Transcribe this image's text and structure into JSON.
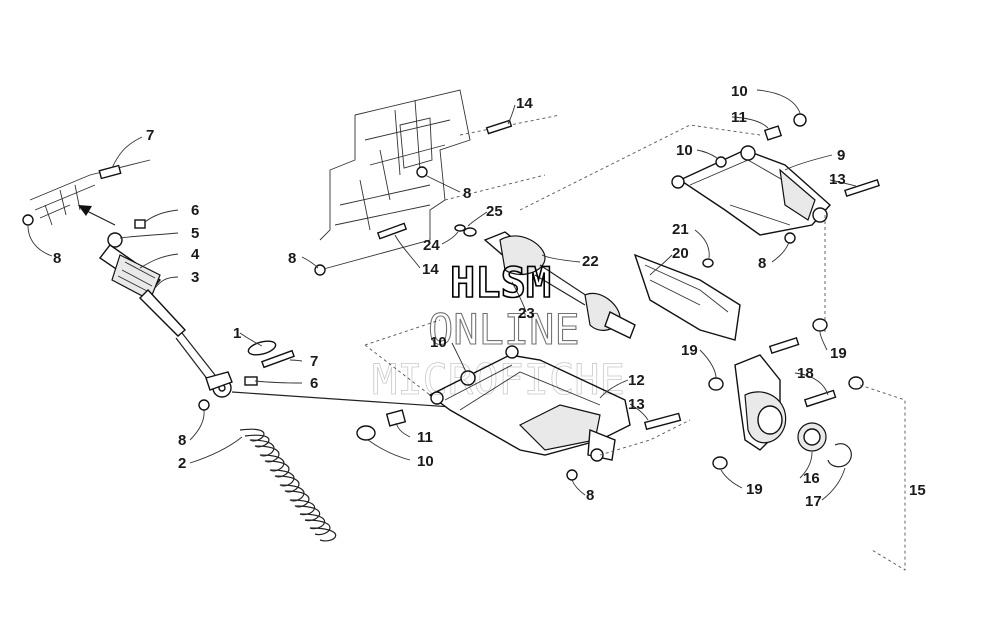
{
  "watermark": {
    "line1": "HLSM",
    "line2": "ONLINE",
    "line3": "MICROFICHE"
  },
  "callouts": [
    {
      "id": "c-7a",
      "text": "7"
    },
    {
      "id": "c-8a",
      "text": "8"
    },
    {
      "id": "c-6a",
      "text": "6"
    },
    {
      "id": "c-5",
      "text": "5"
    },
    {
      "id": "c-4",
      "text": "4"
    },
    {
      "id": "c-3",
      "text": "3"
    },
    {
      "id": "c-1",
      "text": "1"
    },
    {
      "id": "c-7b",
      "text": "7"
    },
    {
      "id": "c-6b",
      "text": "6"
    },
    {
      "id": "c-8b",
      "text": "8"
    },
    {
      "id": "c-2",
      "text": "2"
    },
    {
      "id": "c-14a",
      "text": "14"
    },
    {
      "id": "c-8c",
      "text": "8"
    },
    {
      "id": "c-25",
      "text": "25"
    },
    {
      "id": "c-24",
      "text": "24"
    },
    {
      "id": "c-8d",
      "text": "8"
    },
    {
      "id": "c-14b",
      "text": "14"
    },
    {
      "id": "c-22",
      "text": "22"
    },
    {
      "id": "c-23",
      "text": "23"
    },
    {
      "id": "c-10a",
      "text": "10"
    },
    {
      "id": "c-11a",
      "text": "11"
    },
    {
      "id": "c-10b",
      "text": "10"
    },
    {
      "id": "c-9",
      "text": "9"
    },
    {
      "id": "c-13a",
      "text": "13"
    },
    {
      "id": "c-8e",
      "text": "8"
    },
    {
      "id": "c-21",
      "text": "21"
    },
    {
      "id": "c-20",
      "text": "20"
    },
    {
      "id": "c-10c",
      "text": "10"
    },
    {
      "id": "c-12",
      "text": "12"
    },
    {
      "id": "c-13b",
      "text": "13"
    },
    {
      "id": "c-11b",
      "text": "11"
    },
    {
      "id": "c-10d",
      "text": "10"
    },
    {
      "id": "c-8f",
      "text": "8"
    },
    {
      "id": "c-19a",
      "text": "19"
    },
    {
      "id": "c-19b",
      "text": "19"
    },
    {
      "id": "c-18",
      "text": "18"
    },
    {
      "id": "c-16",
      "text": "16"
    },
    {
      "id": "c-17",
      "text": "17"
    },
    {
      "id": "c-19c",
      "text": "19"
    },
    {
      "id": "c-15",
      "text": "15"
    }
  ]
}
